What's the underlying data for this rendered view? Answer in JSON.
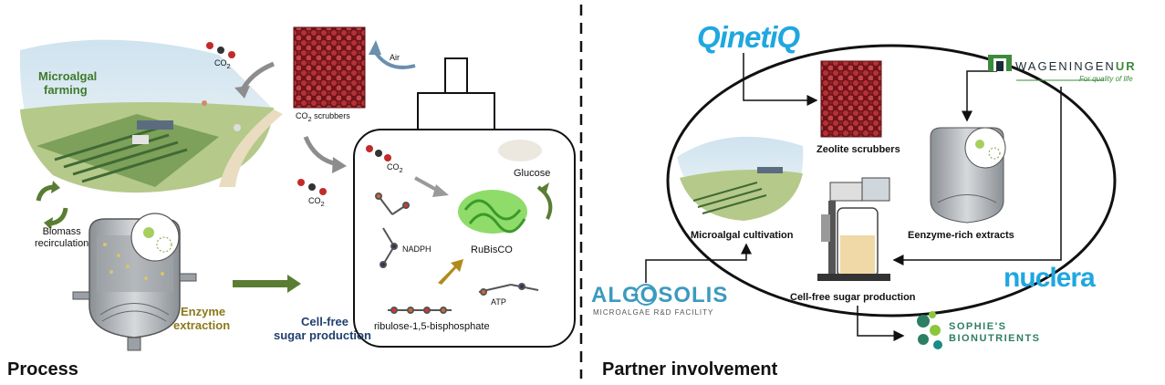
{
  "left_panel": {
    "section_label": "Process",
    "microalgal_farming": [
      "Microalgal",
      "farming"
    ],
    "biomass_recirculation": [
      "Biomass",
      "recirculation"
    ],
    "enzyme_extraction": [
      "Enzyme",
      "extraction"
    ],
    "co2_top": "CO",
    "co2_top_sub": "2",
    "co2_scrubbers": "CO",
    "co2_scrubbers_sub": "2",
    "co2_scrubbers_rest": " scrubbers",
    "air": "Air",
    "co2_bottom": "CO",
    "co2_bottom_sub": "2",
    "cell_free": [
      "Cell-free",
      "sugar production"
    ],
    "vessel": {
      "co2": "CO",
      "co2_sub": "2",
      "glucose": "Glucose",
      "nadph": "NADPH",
      "rubisco": "RuBisCO",
      "atp": "ATP",
      "rubp": "ribulose-1,5-bisphosphate"
    }
  },
  "right_panel": {
    "section_label": "Partner involvement",
    "zeolite_scrubbers": "Zeolite scrubbers",
    "microalgal_cultivation": "Microalgal  cultivation",
    "enzyme_rich_extracts": "Eenzyme-rich extracts",
    "cell_free_sugar_production": "Cell-free sugar production",
    "logos": {
      "qinetiq": "QinetiQ",
      "wageningen": "WAGENINGEN",
      "wageningen_ur": "UR",
      "wageningen_tagline": "For quality of life",
      "nuclera": "nuclera",
      "algosolis": "ALGOSOLIS",
      "algosolis_sub": "MICROALGAE R&D FACILITY",
      "sophies": [
        "SOPHIE'S",
        "BIONUTRIENTS"
      ]
    }
  },
  "colors": {
    "arrow_green": "#5a7d33",
    "arrow_olive": "#b08a1a",
    "zeolite_red": "#8e1f23",
    "logo_blue": "#1fa7e0",
    "wur_green": "#3c8a3c"
  }
}
